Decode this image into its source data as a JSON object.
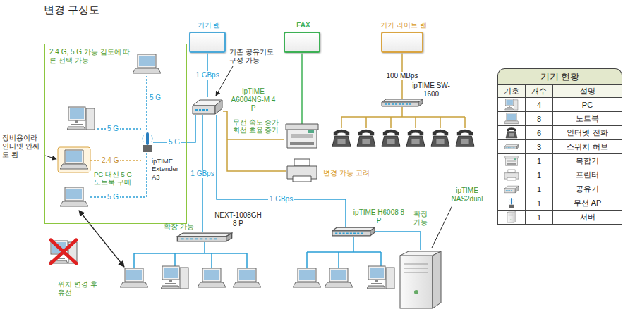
{
  "diagram": {
    "title": "변경 구성도",
    "nodes": [
      {
        "text": [
          "2.4 G, 5 G 가능 감도에 따른 선택 가능"
        ]
      },
      {
        "text": [
          "ipTIME Extender A3"
        ],
        "in": 0
      },
      {
        "text": [
          "기가 랜"
        ]
      },
      {
        "text": [
          "FAX"
        ]
      },
      {
        "text": [
          "기가 라이트 랜"
        ]
      },
      {
        "text": [
          "ipTIME A6004NS-M 4 P"
        ]
      },
      {
        "text": [
          "ipTIME SW-1600"
        ]
      },
      {
        "text": [
          "NEXT-1008GH 8 P"
        ]
      },
      {
        "text": [
          "ipTIME H6008 8 P"
        ]
      },
      {
        "text": [
          "ipTIME NAS2dual"
        ]
      }
    ],
    "edges": [
      {
        "from": 2,
        "to": 5,
        "arrow": "none",
        "label": "1 GBps"
      },
      {
        "from": 5,
        "to": 1,
        "arrow": "none",
        "label": "5 G"
      },
      {
        "from": 5,
        "to": 7,
        "arrow": "none",
        "label": "1 GBps"
      },
      {
        "from": 5,
        "to": 8,
        "arrow": "none",
        "label": "1 GBps"
      },
      {
        "from": 4,
        "to": 6,
        "arrow": "none",
        "label": "100 MBps"
      },
      {
        "from": 8,
        "to": 9,
        "arrow": "none"
      }
    ],
    "labels": [
      "기존 공유기도 구성 가능",
      "무선 속도 증가 회선 효율 증가",
      "5 G",
      "5 G",
      "2.4 G",
      "5 G",
      "장비용이라 인터넷 안써도 됨",
      "PC 대신 5 G 노트북 구매",
      "확장 가능",
      "변경 가능 고려",
      "확장 가능",
      "위치 변경 후 유선",
      "기기 현황",
      "기호",
      "개수",
      "설명",
      "4",
      "PC",
      "8",
      "노트북",
      "6",
      "인터넷 전화",
      "3",
      "스위치 허브",
      "1",
      "복합기",
      "1",
      "프린터",
      "1",
      "공유기",
      "1",
      "무선 AP",
      "1",
      "서버"
    ]
  }
}
